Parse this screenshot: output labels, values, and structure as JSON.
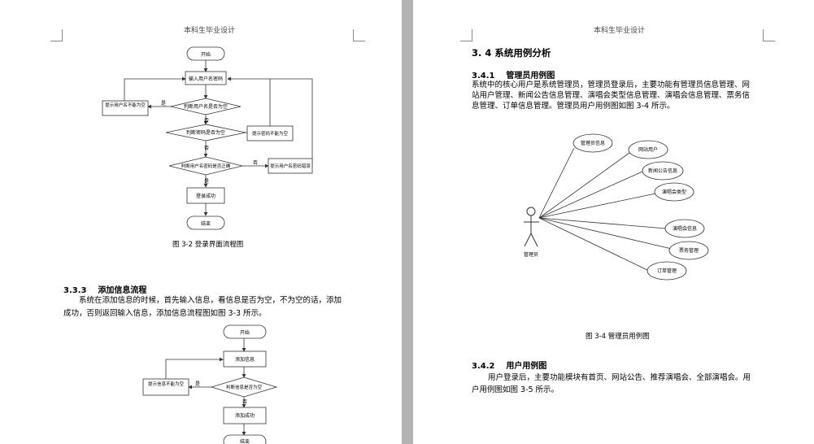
{
  "left_page": {
    "header": "本科生毕业设计",
    "login_flow": {
      "start": "开始",
      "input": "输入用户名密码",
      "check_user_empty": "判断用户名是否为空",
      "msg_user_empty": "提示用户名不能为空",
      "check_pwd_empty": "判断密码是否为空",
      "msg_pwd_empty": "提示密码不能为空",
      "check_correct": "判断用户名密码是否正确",
      "msg_incorrect": "提示用户名密码错误",
      "login_ok": "登录成功",
      "end": "结束",
      "yes": "是",
      "no": "否"
    },
    "caption_login": "图 3-2 登录界面流程图",
    "section_333": {
      "number": "3.3.3",
      "title": "添加信息流程",
      "para_line1": "系统在添加信息的时候，首先输入信息，看信息是否为空，不为空的话，添加",
      "para_line2": "成功，否则返回输入信息，添加信息流程图如图 3-3 所示。"
    },
    "add_flow": {
      "start": "开始",
      "add_info": "添加信息",
      "check_empty": "判断信息是否为空",
      "msg_empty": "提示信息不能为空",
      "add_ok": "添加成功",
      "end": "结束",
      "yes": "是",
      "no": "否"
    }
  },
  "right_page": {
    "header": "本科生毕业设计",
    "section_34": {
      "number": "3. 4",
      "title": "系统用例分析"
    },
    "section_341": {
      "number": "3.4.1",
      "title": "管理员用例图",
      "para_line1": "系统中的核心用户是系统管理员，管理员登录后，主要功能有管理员信息管理、网",
      "para_line2": "站用户管理、新闻公告信息管理、演唱会类型信息管理、演唱会信息管理、票务信",
      "para_line3": "息管理、订单信息管理。管理员用户用例图如图 3-4 所示。"
    },
    "usecase": {
      "actor": "管理员",
      "cases": [
        "管理员信息",
        "网站用户",
        "新闻公告信息",
        "演唱会类型",
        "演唱会信息",
        "票务管理",
        "订单管理"
      ]
    },
    "caption_usecase": "图 3-4 管理员用例图",
    "section_342": {
      "number": "3.4.2",
      "title": "用户用例图",
      "para_line1": "用户登录后，主要功能模块有首页、网站公告、推荐演唱会、全部演唱会。用",
      "para_line2": "户用例图如图 3-5 所示。"
    }
  }
}
